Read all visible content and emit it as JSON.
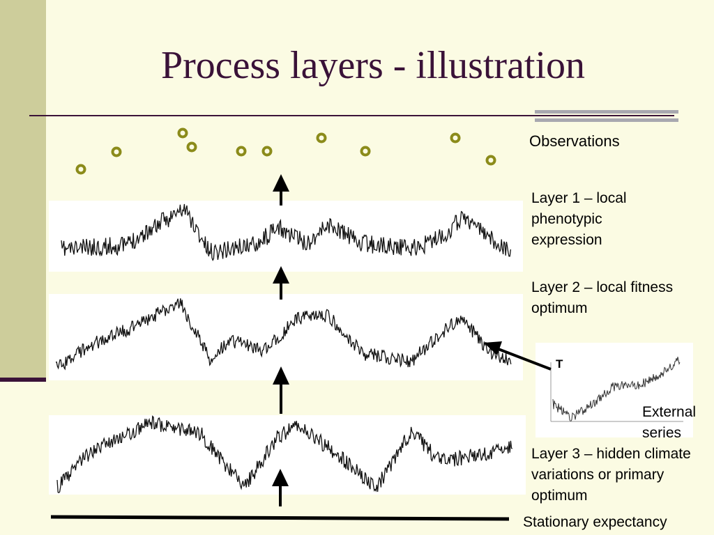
{
  "title": "Process layers - illustration",
  "labels": {
    "observations": "Observations",
    "layer1": "Layer 1 – local phenotypic expression",
    "layer2": "Layer 2 – local fitness optimum",
    "layer3": "Layer 3 – hidden climate variations or primary optimum",
    "stationary": "Stationary expectancy",
    "external": "External series",
    "external_series_name": "T"
  },
  "colors": {
    "background": "#fbfbe3",
    "accent_band": "#cdcd9b",
    "title": "#3a1238",
    "observation_marker": "#8b8b1a",
    "line": "#000000"
  },
  "icons": [
    "up-arrow-icon",
    "pointer-arrow-icon",
    "observation-circle-icon"
  ]
}
